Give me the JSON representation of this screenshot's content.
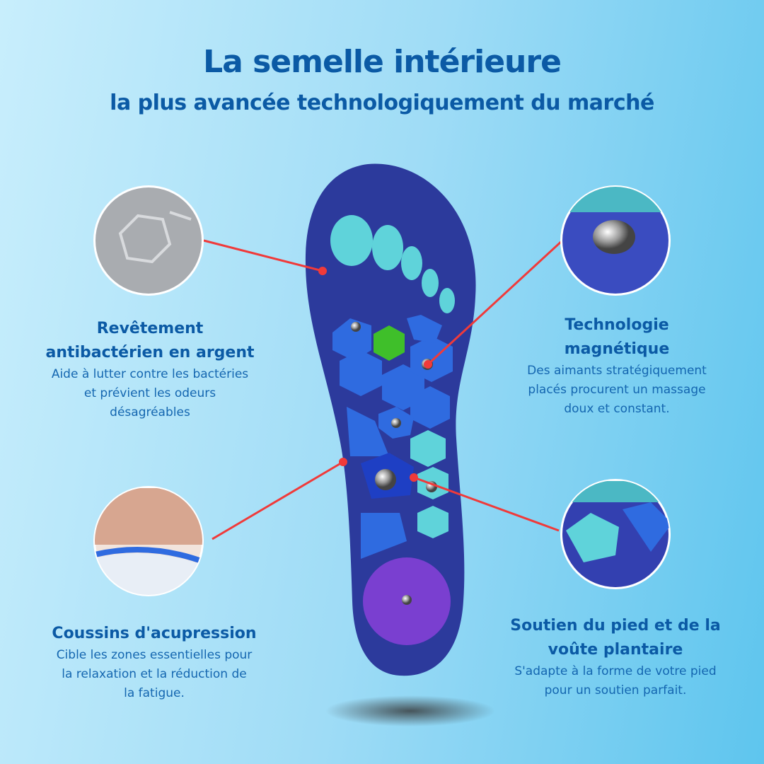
{
  "header": {
    "title": "La semelle intérieure",
    "subtitle": "la plus avancée technologiquement du marché"
  },
  "features": [
    {
      "title_l1": "Revêtement",
      "title_l2": "antibactérien en argent",
      "desc_l1": "Aide à lutter contre les bactéries",
      "desc_l2": "et prévient les odeurs",
      "desc_l3": "désagréables"
    },
    {
      "title_l1": "Technologie",
      "title_l2": "magnétique",
      "desc_l1": "Des aimants stratégiquement",
      "desc_l2": "placés procurent un massage",
      "desc_l3": "doux et constant."
    },
    {
      "title_l1": "Coussins d'acupression",
      "desc_l1": "Cible les zones essentielles pour",
      "desc_l2": "la relaxation et la réduction de",
      "desc_l3": "la fatigue."
    },
    {
      "title_l1": "Soutien du pied et de la",
      "title_l2": "voûte plantaire",
      "desc_l1": "S'adapte à la forme de votre pied",
      "desc_l2": "pour un soutien parfait."
    }
  ],
  "colors": {
    "title": "#0b5aa5",
    "line": "#f03a3a",
    "insole": "#2c3a9c",
    "teal": "#5fd3da",
    "blue": "#2f6be0",
    "purple": "#7a3fd0"
  }
}
